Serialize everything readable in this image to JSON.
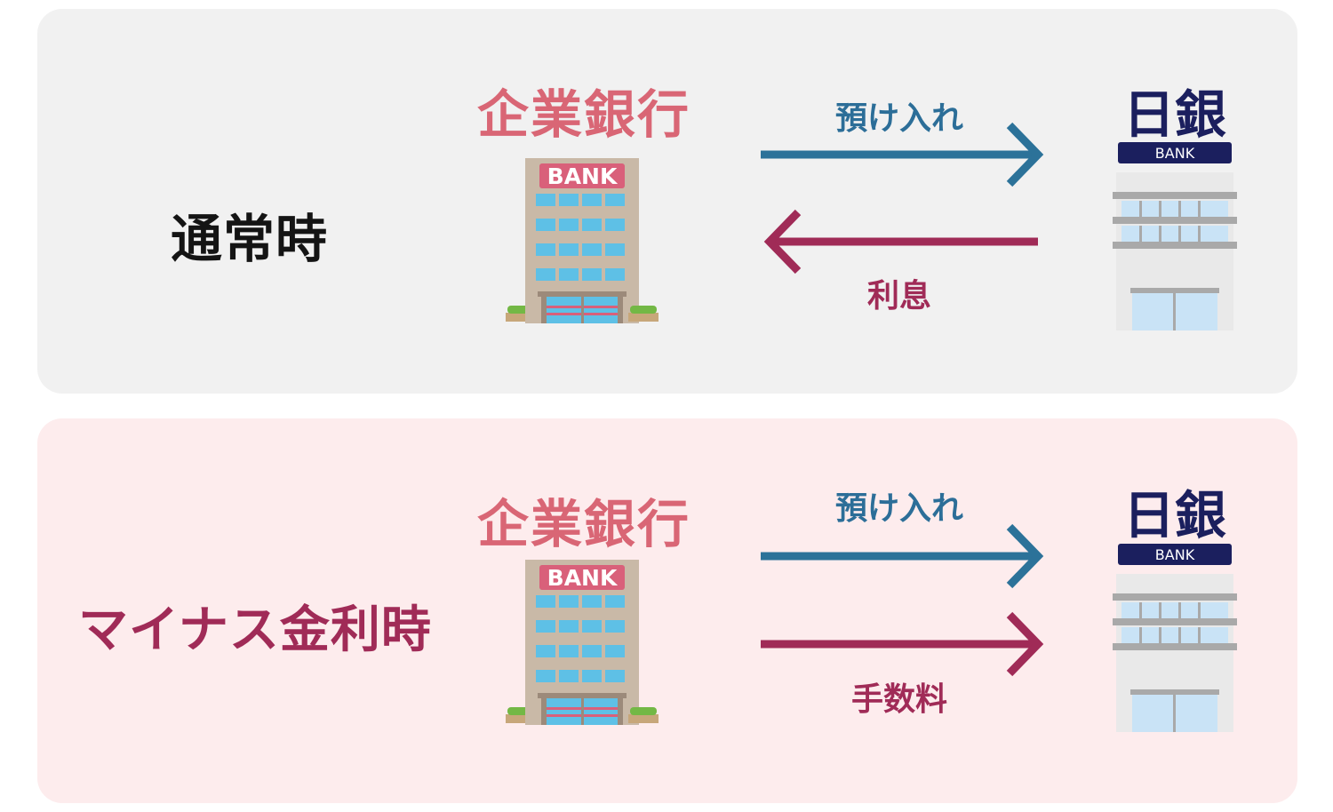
{
  "panels": {
    "normal": {
      "scenario_label": "通常時",
      "bank_title": "企業銀行",
      "bank_sign": "BANK",
      "boj_title": "日銀",
      "boj_sign": "BANK",
      "arrow_top_label": "預け入れ",
      "arrow_bottom_label": "利息"
    },
    "negative": {
      "scenario_label": "マイナス金利時",
      "bank_title": "企業銀行",
      "bank_sign": "BANK",
      "boj_title": "日銀",
      "boj_sign": "BANK",
      "arrow_top_label": "預け入れ",
      "arrow_bottom_label": "手数料"
    }
  },
  "colors": {
    "panel_normal_bg": "#f1f1f1",
    "panel_negative_bg": "#fdeced",
    "arrow_blue": "#2c7299",
    "arrow_red": "#a02b57",
    "bank_title": "#d96675",
    "boj_title": "#1b1f5e"
  }
}
